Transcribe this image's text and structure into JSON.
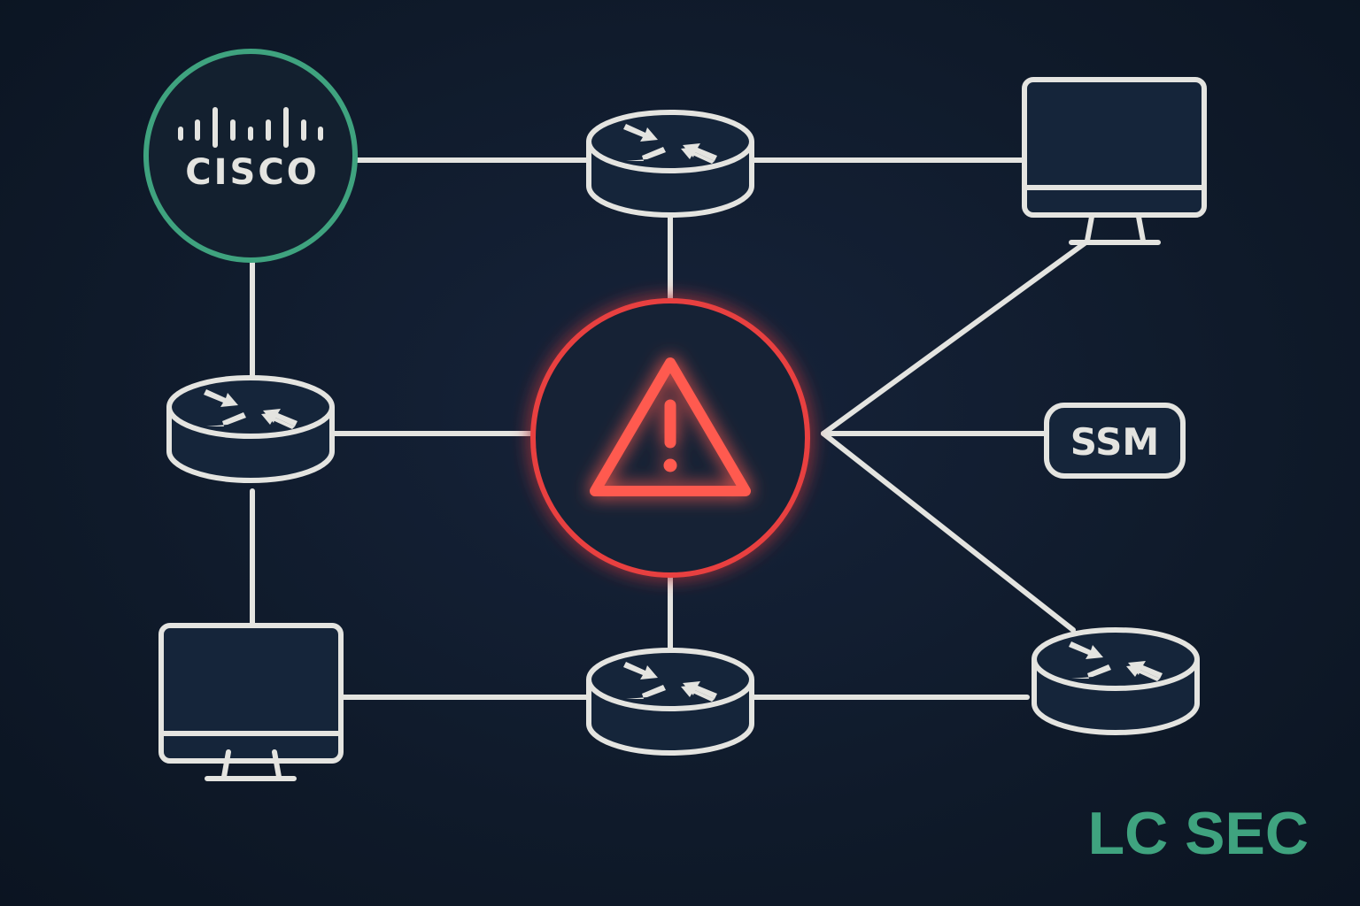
{
  "nodes": {
    "cisco": {
      "label": "CISCO",
      "color": "#3fa37f"
    },
    "alert": {
      "color": "#e8403f"
    },
    "ssm": {
      "label": "SSM"
    }
  },
  "watermark": {
    "label": "LC SEC",
    "color": "#3fa37f"
  }
}
